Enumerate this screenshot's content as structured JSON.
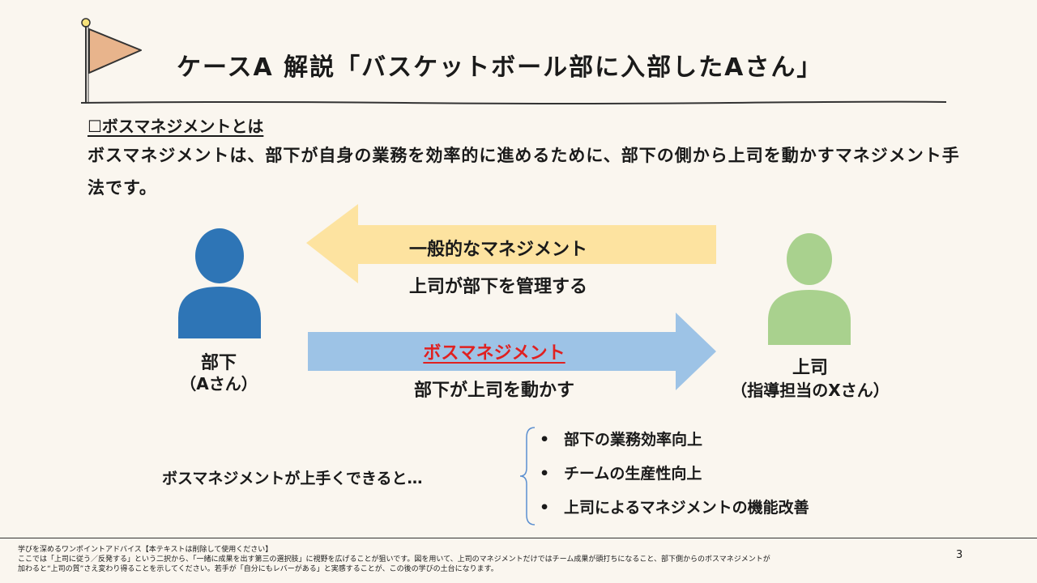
{
  "title": "ケースA 解説「バスケットボール部に入部したAさん」",
  "definition": {
    "heading": "☐ボスマネジメントとは",
    "body": "ボスマネジメントは、部下が自身の業務を効率的に進めるために、部下の側から上司を動かすマネジメント手法です。"
  },
  "left_person": {
    "name": "部下",
    "sub": "（Aさん）"
  },
  "right_person": {
    "name": "上司",
    "sub": "（指導担当のXさん）"
  },
  "arrow_general": {
    "title": "一般的なマネジメント",
    "caption": "上司が部下を管理する",
    "color": "#fde3a0"
  },
  "arrow_boss": {
    "title": "ボスマネジメント",
    "caption": "部下が上司を動かす",
    "color": "#9dc3e6",
    "title_color": "#e02020"
  },
  "colors": {
    "left_person": "#2e75b6",
    "right_person": "#a9d18e",
    "flag": "#e8b48c",
    "background": "#faf6ef"
  },
  "outcome": {
    "lead": "ボスマネジメントが上手くできると…",
    "items": [
      "部下の業務効率向上",
      "チームの生産性向上",
      "上司によるマネジメントの機能改善"
    ]
  },
  "footer": {
    "line1": "学びを深めるワンポイントアドバイス【本テキストは削除して使用ください】",
    "line2": "ここでは「上司に従う／反発する」という二択から、「一緒に成果を出す第三の選択肢」に視野を広げることが狙いです。図を用いて、上司のマネジメントだけではチーム成果が頭打ちになること、部下側からのボスマネジメントが",
    "line3": "加わると“上司の質”さえ変わり得ることを示してください。若手が「自分にもレバーがある」と実感することが、この後の学びの土台になります。",
    "page": "3"
  }
}
